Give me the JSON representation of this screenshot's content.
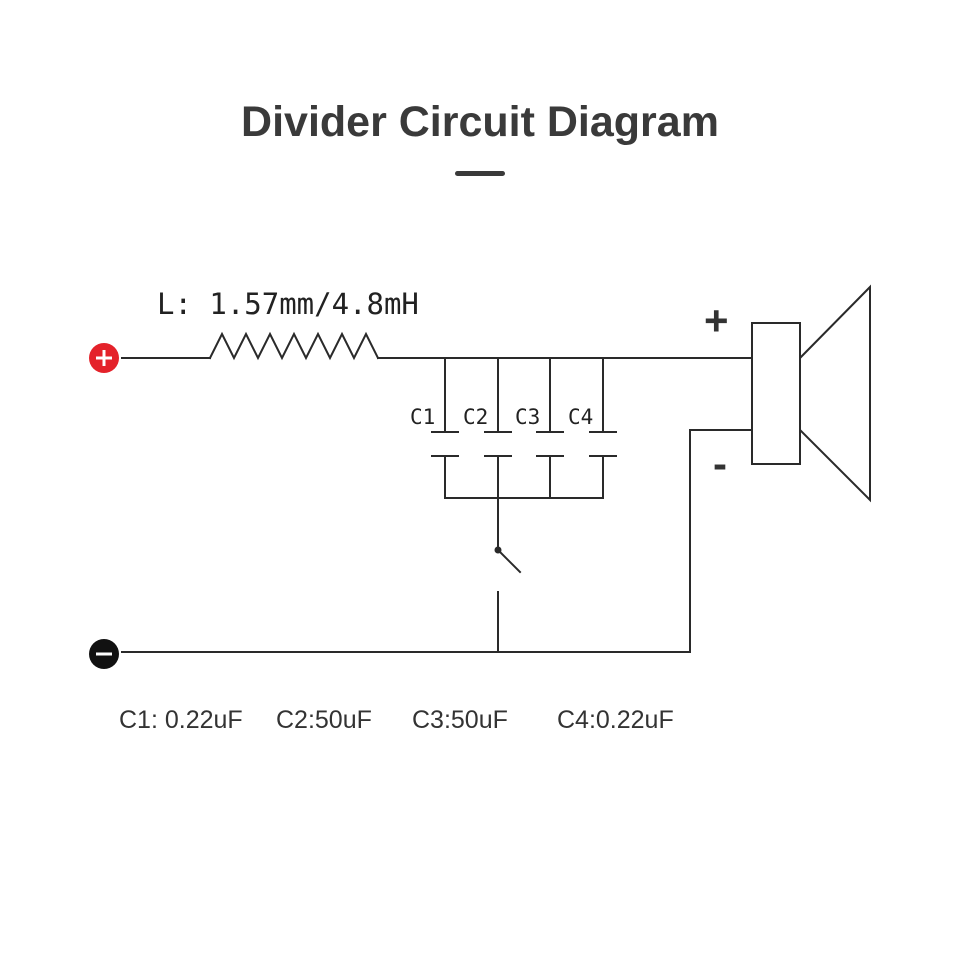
{
  "title": "Divider Circuit Diagram",
  "inductor": {
    "label": "L: 1.57mm/4.8mH"
  },
  "capacitors": [
    {
      "name": "C1",
      "value_label": "C1: 0.22uF"
    },
    {
      "name": "C2",
      "value_label": "C2:50uF"
    },
    {
      "name": "C3",
      "value_label": "C3:50uF"
    },
    {
      "name": "C4",
      "value_label": "C4:0.22uF"
    }
  ],
  "speaker": {
    "plus": "+",
    "minus": "-"
  },
  "colors": {
    "positive_terminal": "#e4222a",
    "negative_terminal": "#111111",
    "line": "#2a2a2a",
    "title": "#3a3a3a"
  }
}
